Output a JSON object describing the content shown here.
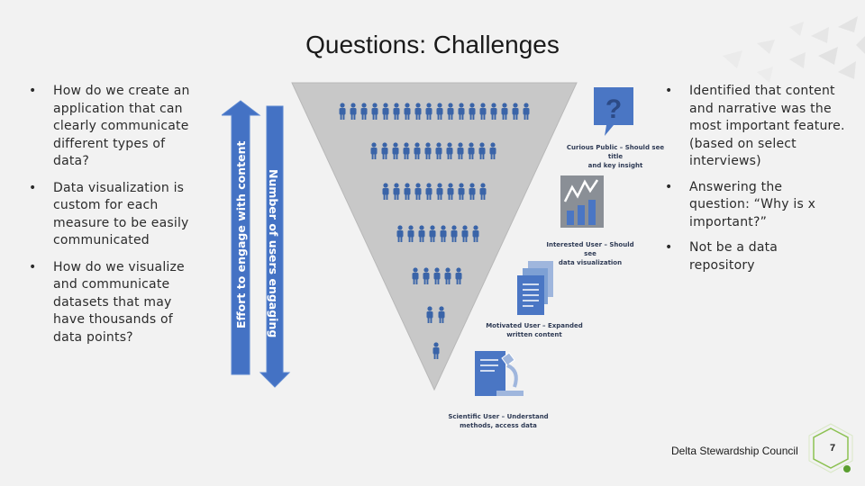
{
  "title": "Questions: Challenges",
  "left_bullets": [
    "How do we create an application that can clearly communicate different types of data?",
    "Data visualization is custom for each measure to be easily communicated",
    "How do we visualize and communicate datasets that may have thousands of data points?"
  ],
  "right_bullets": [
    "Identified that content and narrative was the most important feature. (based on select interviews)",
    "Answering the question: “Why is x important?”",
    "Not be a data repository"
  ],
  "diagram": {
    "effort_label": "Effort to engage with content",
    "users_label": "Number of users engaging",
    "levels": [
      {
        "caption_line1": "Curious Public – Should see title",
        "caption_line2": "and key insight",
        "icon": "question-mark-icon"
      },
      {
        "caption_line1": "Interested User – Should see",
        "caption_line2": "data visualization",
        "icon": "chart-icon"
      },
      {
        "caption_line1": "Motivated User – Expanded",
        "caption_line2": "written content",
        "icon": "documents-icon"
      },
      {
        "caption_line1": "Scientific User – Understand",
        "caption_line2": "methods, access data",
        "icon": "microscope-document-icon"
      }
    ],
    "colors": {
      "funnel": "#c8c8c8",
      "arrow": "#4472c4",
      "icon_blue": "#4a76c4",
      "person": "#3a64a8"
    }
  },
  "footer": {
    "organization": "Delta Stewardship Council",
    "page_number": "7"
  }
}
